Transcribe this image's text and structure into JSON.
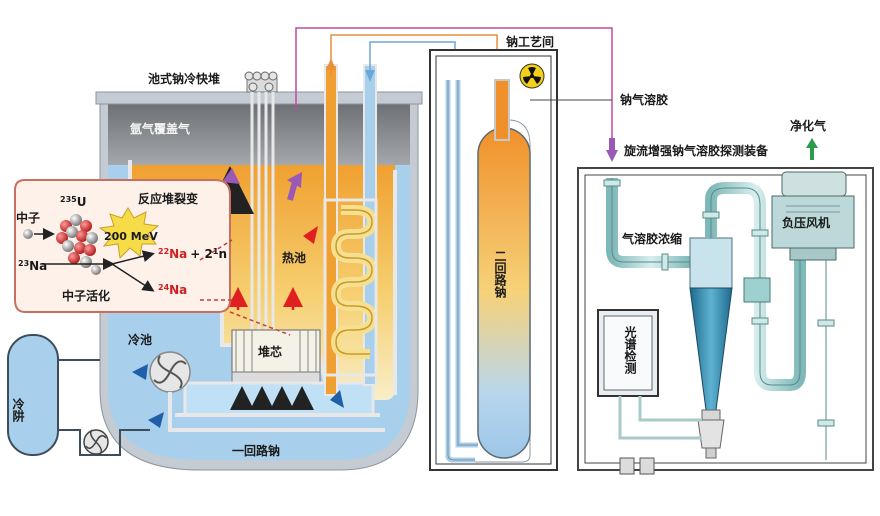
{
  "labels": {
    "reactor_title": "池式钠冷快堆",
    "argon_cover": "氩气覆盖气",
    "fission_title": "反应堆裂变",
    "neutron": "中子",
    "u235_sup": "235",
    "u235_sym": "U",
    "energy": "200 MeV",
    "na23_sup": "23",
    "na23_sym": "Na",
    "na22_sup": "22",
    "na22_sym": "Na",
    "plus_n": "+ 2",
    "n1_sup": "1",
    "n_sym": "n",
    "na24_sup": "24",
    "na24_sym": "Na",
    "activation": "中子活化",
    "hot_pool": "热池",
    "cold_pool": "冷池",
    "core": "堆芯",
    "cold_trap": "冷阱",
    "primary_loop": "一回路钠",
    "secondary_loop": "二回路钠",
    "sodium_process": "钠工艺间",
    "sodium_aerosol": "钠气溶胶",
    "detector": "旋流增强钠气溶胶探测装备",
    "clean_gas": "净化气",
    "fan": "负压风机",
    "concentrator": "气溶胶浓缩",
    "spectral": "光谱检测"
  },
  "colors": {
    "sodium_cold": "#a8d0ec",
    "sodium_hot": "#f2a830",
    "argon": "#8a8d92",
    "vessel": "#c5cbd2",
    "aerosol_arrow": "#9b59b6",
    "clean_arrow": "#2e9b4a",
    "red_arrow": "#e02020",
    "blue_arrow": "#1f5fa8",
    "pipe": "#a8d4d4",
    "cyclone": "#2f7fa0"
  }
}
